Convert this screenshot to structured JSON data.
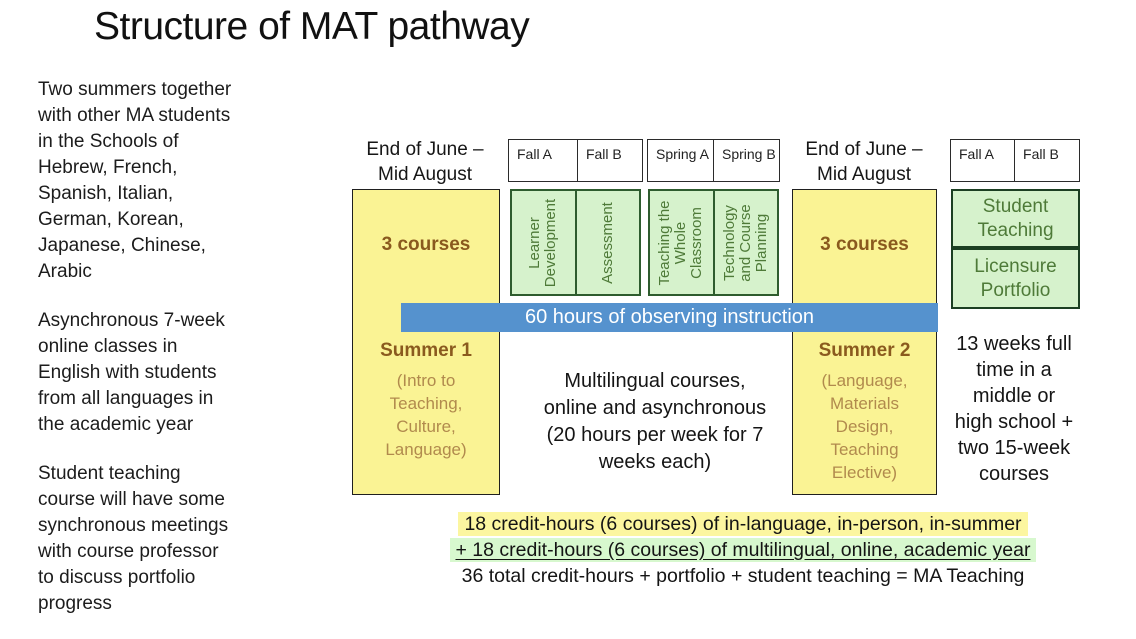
{
  "slide": {
    "title": "Structure of MAT pathway"
  },
  "left_notes": {
    "p1": "Two summers together\nwith other MA students\nin the Schools of\nHebrew, French,\nSpanish, Italian,\nGerman, Korean,\nJapanese, Chinese,\nArabic",
    "p2": "Asynchronous 7-week\nonline classes in\nEnglish with students\nfrom all languages in\nthe academic year",
    "p3": "Student teaching\ncourse will have some\nsynchronous meetings\nwith course professor\nto discuss portfolio\nprogress"
  },
  "summer1": {
    "period": "End of June –\nMid August",
    "courses": "3 courses",
    "name": "Summer 1",
    "detail": "(Intro to\nTeaching,\nCulture,\nLanguage)"
  },
  "summer2": {
    "period": "End of June –\nMid August",
    "courses": "3 courses",
    "name": "Summer 2",
    "detail": "(Language,\nMaterials\nDesign,\nTeaching\nElective)"
  },
  "academic_year": {
    "terms": [
      "Fall A",
      "Fall B",
      "Spring A",
      "Spring B"
    ],
    "fall_courses": [
      "Learner\nDevelopment",
      "Assessment"
    ],
    "spring_courses": [
      "Teaching the\nWhole\nClassroom",
      "Technology\nand Course\nPlanning"
    ],
    "observing_banner": "60 hours of observing instruction",
    "description": "Multilingual courses,\nonline and asynchronous\n(20 hours per week for 7\nweeks each)"
  },
  "final_year": {
    "terms": [
      "Fall A",
      "Fall B"
    ],
    "blocks": [
      "Student\nTeaching",
      "Licensure\nPortfolio"
    ],
    "description": "13 weeks full\ntime in a\nmiddle or\nhigh school +\ntwo 15-week\ncourses"
  },
  "summary": {
    "line1": "18 credit-hours (6 courses) of in-language, in-person, in-summer",
    "line2": "+ 18 credit-hours (6 courses) of multilingual, online, academic year",
    "line3": "36 total credit-hours + portfolio + student teaching = MA Teaching"
  },
  "colors": {
    "summer_box_fill": "#FAF394",
    "summer_box_border": "#1F1F1F",
    "brown_bold_text": "#8A5A1E",
    "brown_light_text": "#B18A4D",
    "green_fill": "#D6F2CC",
    "green_border": "#2E5C2E",
    "green_text": "#4E7A38",
    "blue_banner": "#5592CE",
    "highlight_yellow": "#FCF6A0",
    "highlight_green": "#D7F8CE"
  }
}
